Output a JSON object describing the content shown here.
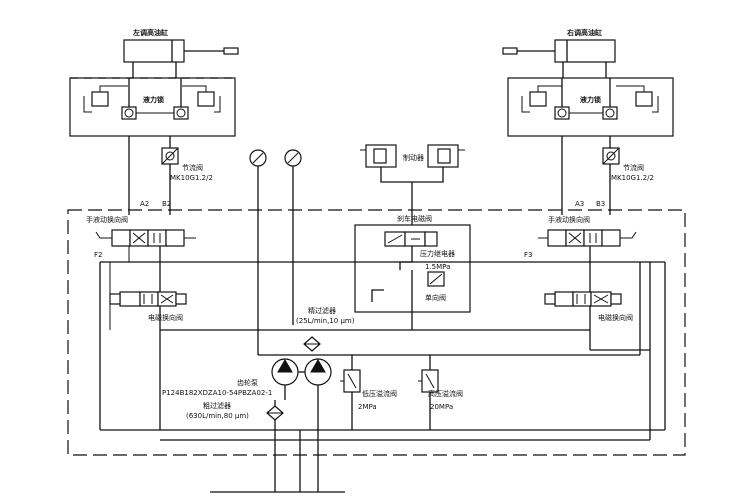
{
  "labels": {
    "left_cylinder": "左调高油缸",
    "right_cylinder": "右调高油缸",
    "hydraulic_lock_left": "液力锁",
    "hydraulic_lock_right": "液力锁",
    "throttle_left": "节流阀",
    "throttle_left_model": "MK10G1.2/2",
    "throttle_right": "节流阀",
    "throttle_right_model": "MK10G1.2/2",
    "brake": "制动器",
    "brake_solenoid": "刹车电磁阀",
    "pressure_relay": "压力继电器",
    "pressure_value": "1.5MPa",
    "check_valve": "单向阀",
    "manual_left": "手液动换向阀",
    "manual_right": "手液动换向阀",
    "solenoid_left": "电磁换向阀",
    "solenoid_right": "电磁换向阀",
    "port_a2": "A2",
    "port_b2": "B2",
    "port_a3": "A3",
    "port_b3": "B3",
    "port_f2": "F2",
    "port_f3": "F3",
    "fine_filter": "精过滤器",
    "fine_filter_spec": "(25L/min,10 μm)",
    "gear_pump": "齿轮泵",
    "gear_pump_model": "P124B182XDZA10-54PBZA02-1",
    "coarse_filter": "粗过滤器",
    "coarse_filter_spec": "(630L/min,80 μm)",
    "low_relief": "低压溢流阀",
    "low_relief_value": "2MPa",
    "high_relief": "高压溢流阀",
    "high_relief_value": "20MPa"
  }
}
